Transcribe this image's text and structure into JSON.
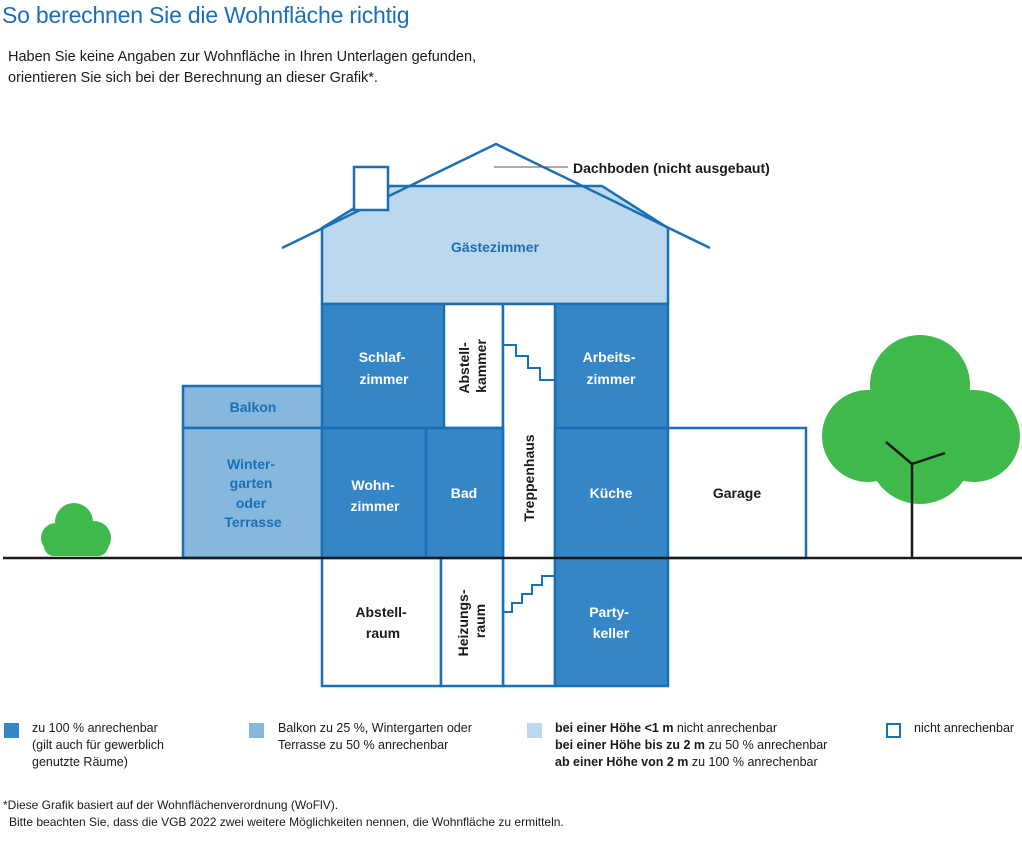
{
  "title": "So berechnen Sie die Wohnfläche richtig",
  "intro": [
    "Haben Sie keine Angaben zur Wohnfläche in Ihren Unterlagen gefunden,",
    "orientieren Sie sich bei der Berechnung an dieser Grafik*."
  ],
  "colors": {
    "brand": "#1b6fb5",
    "full": "#3486c6",
    "partial": "#86b7dc",
    "height": "#bdd8ec",
    "none": "#ffffff",
    "tree": "#3fb94c",
    "ground": "#1a1a1a"
  },
  "rooms": {
    "attic": "Dachboden (nicht ausgebaut)",
    "guest": "Gästezimmer",
    "bedroom": [
      "Schlaf-",
      "zimmer"
    ],
    "storage_closet": [
      "Abstell-",
      "kammer"
    ],
    "stairwell": "Treppenhaus",
    "study": [
      "Arbeits-",
      "zimmer"
    ],
    "balcony": "Balkon",
    "winter_garden": [
      "Winter-",
      "garten",
      "oder",
      "Terrasse"
    ],
    "living_room": [
      "Wohn-",
      "zimmer"
    ],
    "bathroom": "Bad",
    "kitchen": "Küche",
    "garage": "Garage",
    "storage_room": [
      "Abstell-",
      "raum"
    ],
    "boiler_room": [
      "Heizungs-",
      "raum"
    ],
    "party_cellar": [
      "Party-",
      "keller"
    ]
  },
  "legend": [
    {
      "swatch": "full",
      "lines": [
        "zu 100 % anrechenbar",
        "(gilt auch für gewerblich",
        "genutzte Räume)"
      ]
    },
    {
      "swatch": "partial",
      "lines": [
        "Balkon zu 25 %, Wintergarten oder",
        "Terrasse zu 50 % anrechenbar"
      ]
    },
    {
      "swatch": "height",
      "rows": [
        {
          "bold": "bei einer Höhe <1 m",
          "rest": " nicht anrechenbar"
        },
        {
          "bold": "bei einer Höhe bis zu 2 m",
          "rest": " zu 50 % anrechenbar"
        },
        {
          "bold": "ab einer Höhe von 2 m",
          "rest": " zu 100 % anrechenbar"
        }
      ]
    },
    {
      "swatch": "none",
      "lines": [
        "nicht anrechenbar"
      ]
    }
  ],
  "footnote": [
    "*Diese Grafik basiert auf der Wohnflächenverordnung (WoFlV).",
    "Bitte beachten Sie, dass die VGB 2022 zwei weitere Möglichkeiten nennen, die Wohnfläche zu ermitteln."
  ]
}
